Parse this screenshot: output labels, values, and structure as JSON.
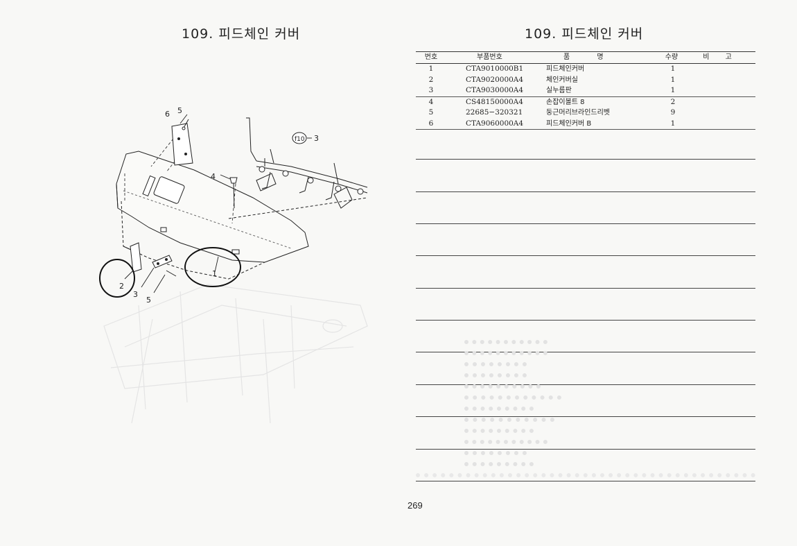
{
  "left_title": "109. 피드체인 커버",
  "right_title": "109. 피드체인 커버",
  "table": {
    "headers": {
      "no": "번호",
      "part_no": "부품번호",
      "name": "품 명",
      "qty": "수량",
      "note": "비 고"
    },
    "rows": [
      {
        "no": "1",
        "part_no": "CTA9010000B1",
        "name": "피드체인커버",
        "qty": "1"
      },
      {
        "no": "2",
        "part_no": "CTA9020000A4",
        "name": "체인커버실",
        "qty": "1"
      },
      {
        "no": "3",
        "part_no": "CTA9030000A4",
        "name": "실누름판",
        "qty": "1"
      },
      {
        "no": "4",
        "part_no": "CS48150000A4",
        "name": "손잡이볼트 8",
        "qty": "2"
      },
      {
        "no": "5",
        "part_no": "22685−320321",
        "name": "둥근머리브라인드리벳",
        "qty": "9"
      },
      {
        "no": "6",
        "part_no": "CTA9060000A4",
        "name": "피드체인커버 B",
        "qty": "1"
      }
    ]
  },
  "diagram": {
    "callouts": [
      "6",
      "5",
      "4",
      "3",
      "2",
      "3",
      "5",
      "1"
    ],
    "ref_badge": "f10"
  },
  "page_number": "269"
}
